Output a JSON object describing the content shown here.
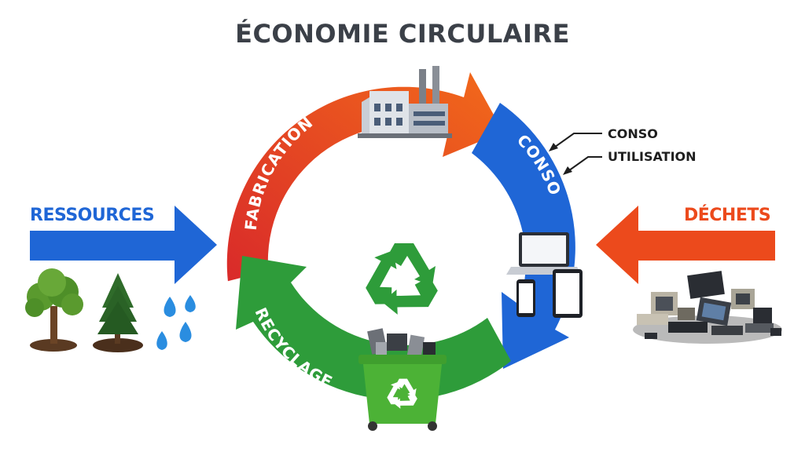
{
  "title": "ÉCONOMIE CIRCULAIRE",
  "cycle": {
    "fabrication": "FABRICATION",
    "conso": "CONSO",
    "recyclage": "RECYCLAGE"
  },
  "inputs": {
    "ressources": "RESSOURCES",
    "dechets": "DÉCHETS"
  },
  "annotations": {
    "conso": "CONSO",
    "utilisation": "UTILISATION"
  },
  "colors": {
    "fabrication_start": "#d92a2a",
    "fabrication_end": "#f26a1a",
    "conso": "#1f66d6",
    "recyclage": "#2e9c3a",
    "ressources_arrow": "#1f66d6",
    "dechets_arrow": "#ec4a1c",
    "recycle_symbol": "#2e9c3a",
    "title": "#3b4048"
  },
  "icons": [
    "factory-icon",
    "laptop-icon",
    "smartphone-icon",
    "tablet-icon",
    "recycle-icon",
    "recycling-bin-icon",
    "tree-icon",
    "pine-tree-icon",
    "water-drops-icon",
    "electronic-waste-icon"
  ]
}
